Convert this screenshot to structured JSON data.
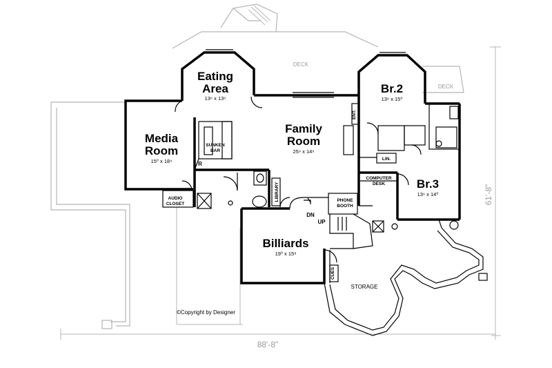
{
  "rooms": {
    "eating_area": {
      "line1": "Eating",
      "line2": "Area",
      "dim": "13⁶ x 13⁶"
    },
    "media_room": {
      "line1": "Media",
      "line2": "Room",
      "dim": "15⁰ x 18⁴"
    },
    "family_room": {
      "line1": "Family",
      "line2": "Room",
      "dim": "25⁹ x 14⁹"
    },
    "br2": {
      "name": "Br.2",
      "dim": "13⁶ x 15⁰"
    },
    "br3": {
      "name": "Br.3",
      "dim": "13⁶ x 14⁰"
    },
    "billiards": {
      "name": "Billiards",
      "dim": "19⁰ x 15⁸"
    }
  },
  "labels": {
    "deck_main": "DECK",
    "deck_side": "DECK",
    "sunken_bar_1": "SUNKEN",
    "sunken_bar_2": "BAR",
    "r": "R",
    "audio_closet_1": "AUDIO",
    "audio_closet_2": "CLOSET",
    "library": "LIBRARY",
    "phone_booth_1": "PHONE",
    "phone_booth_2": "BOOTH",
    "computer_desk_1": "COMPUTER",
    "computer_desk_2": "DESK",
    "lin": "LIN.",
    "ent": "ENT.",
    "dn": "DN",
    "up": "UP",
    "cues": "CUES",
    "storage": "STORAGE"
  },
  "dimensions": {
    "width": "88'-8\"",
    "depth": "61'-8\""
  },
  "copyright": "©Copyright by Designer"
}
